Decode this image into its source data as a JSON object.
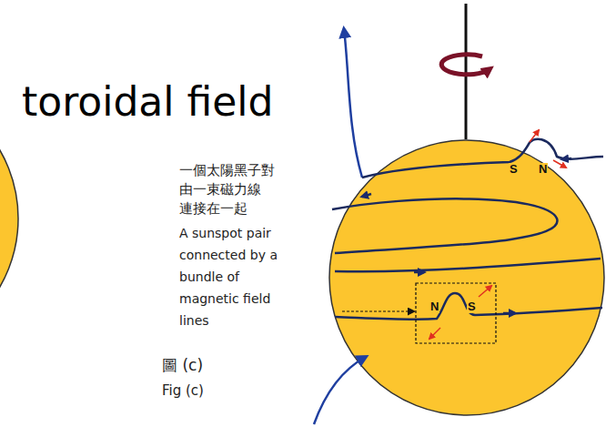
{
  "diagram": {
    "title": "toroidal field",
    "labels": [
      "S",
      "N",
      "一個太陽黑子對 由一束磁力線 連接在一起",
      "A sunspot pair connected by a bundle of magnetic field lines",
      "N",
      "S",
      "圖 (c)",
      "Fig (c)"
    ]
  }
}
